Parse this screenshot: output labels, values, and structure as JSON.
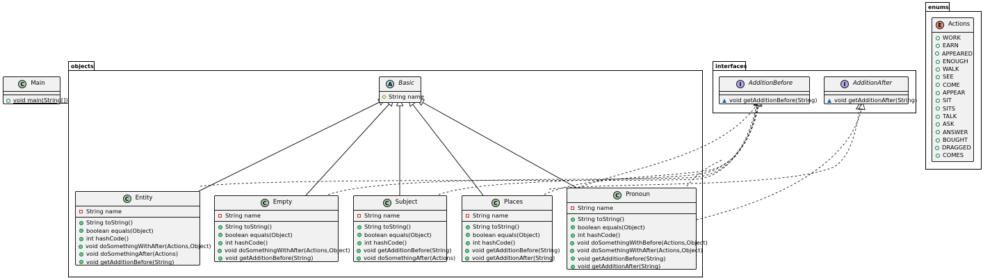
{
  "packages": {
    "objects": "objects",
    "interfaces": "interfaces",
    "enums": "enums"
  },
  "main": {
    "name": "Main",
    "badge": "C",
    "methods": [
      "void main(String[])"
    ]
  },
  "basic": {
    "name": "Basic",
    "badge": "A",
    "fields": [
      "String name"
    ]
  },
  "entity": {
    "name": "Entity",
    "badge": "C",
    "fields": [
      "String name"
    ],
    "methods": [
      "String toString()",
      "boolean equals(Object)",
      "int hashCode()",
      "void doSomethingWithAfter(Actions,Object)",
      "void doSomethingAfter(Actions)",
      "void getAdditionBefore(String)"
    ]
  },
  "empty": {
    "name": "Empty",
    "badge": "C",
    "fields": [
      "String name"
    ],
    "methods": [
      "String toString()",
      "boolean equals(Object)",
      "int hashCode()",
      "void doSomethingWithAfter(Actions,Object)",
      "void getAdditionBefore(String)"
    ]
  },
  "subject": {
    "name": "Subject",
    "badge": "C",
    "fields": [
      "String name"
    ],
    "methods": [
      "String toString()",
      "boolean equals(Object)",
      "int hashCode()",
      "void getAdditionBefore(String)",
      "void doSomethingAfter(Actions)"
    ]
  },
  "places": {
    "name": "Places",
    "badge": "C",
    "fields": [
      "String name"
    ],
    "methods": [
      "String toString()",
      "boolean equals(Object)",
      "int hashCode()",
      "void getAdditionBefore(String)",
      "void getAdditionAfter(String)"
    ]
  },
  "pronoun": {
    "name": "Pronoun",
    "badge": "C",
    "fields": [
      "String name"
    ],
    "methods": [
      "String toString()",
      "boolean equals(Object)",
      "int hashCode()",
      "void doSomethingWithBefore(Actions,Object)",
      "void doSomethingWithAfter(Actions,Object)",
      "void getAdditionBefore(String)",
      "void getAdditionAfter(String)"
    ]
  },
  "addition_before": {
    "name": "AdditionBefore",
    "badge": "I",
    "methods": [
      "void getAdditionBefore(String)"
    ]
  },
  "addition_after": {
    "name": "AdditionAfter",
    "badge": "I",
    "methods": [
      "void getAdditionAfter(String)"
    ]
  },
  "actions": {
    "name": "Actions",
    "badge": "E",
    "constants": [
      "WORK",
      "EARN",
      "APPEARED",
      "ENOUGH",
      "WALK",
      "SEE",
      "COME",
      "APPEAR",
      "SIT",
      "SITS",
      "TALK",
      "ASK",
      "ANSWER",
      "BOUGHT",
      "DRAGGED",
      "COMES"
    ]
  },
  "colors": {
    "class_fill": "#f1f1f1",
    "class_badge": "#add1b2",
    "abstract_badge": "#a9dcdf",
    "interface_badge": "#b4a7e5",
    "enum_badge": "#eb937f",
    "private_marker": "#c82930",
    "public_marker": "#84be84",
    "protected_marker": "#b38d22",
    "package_marker": "#1963a0"
  }
}
